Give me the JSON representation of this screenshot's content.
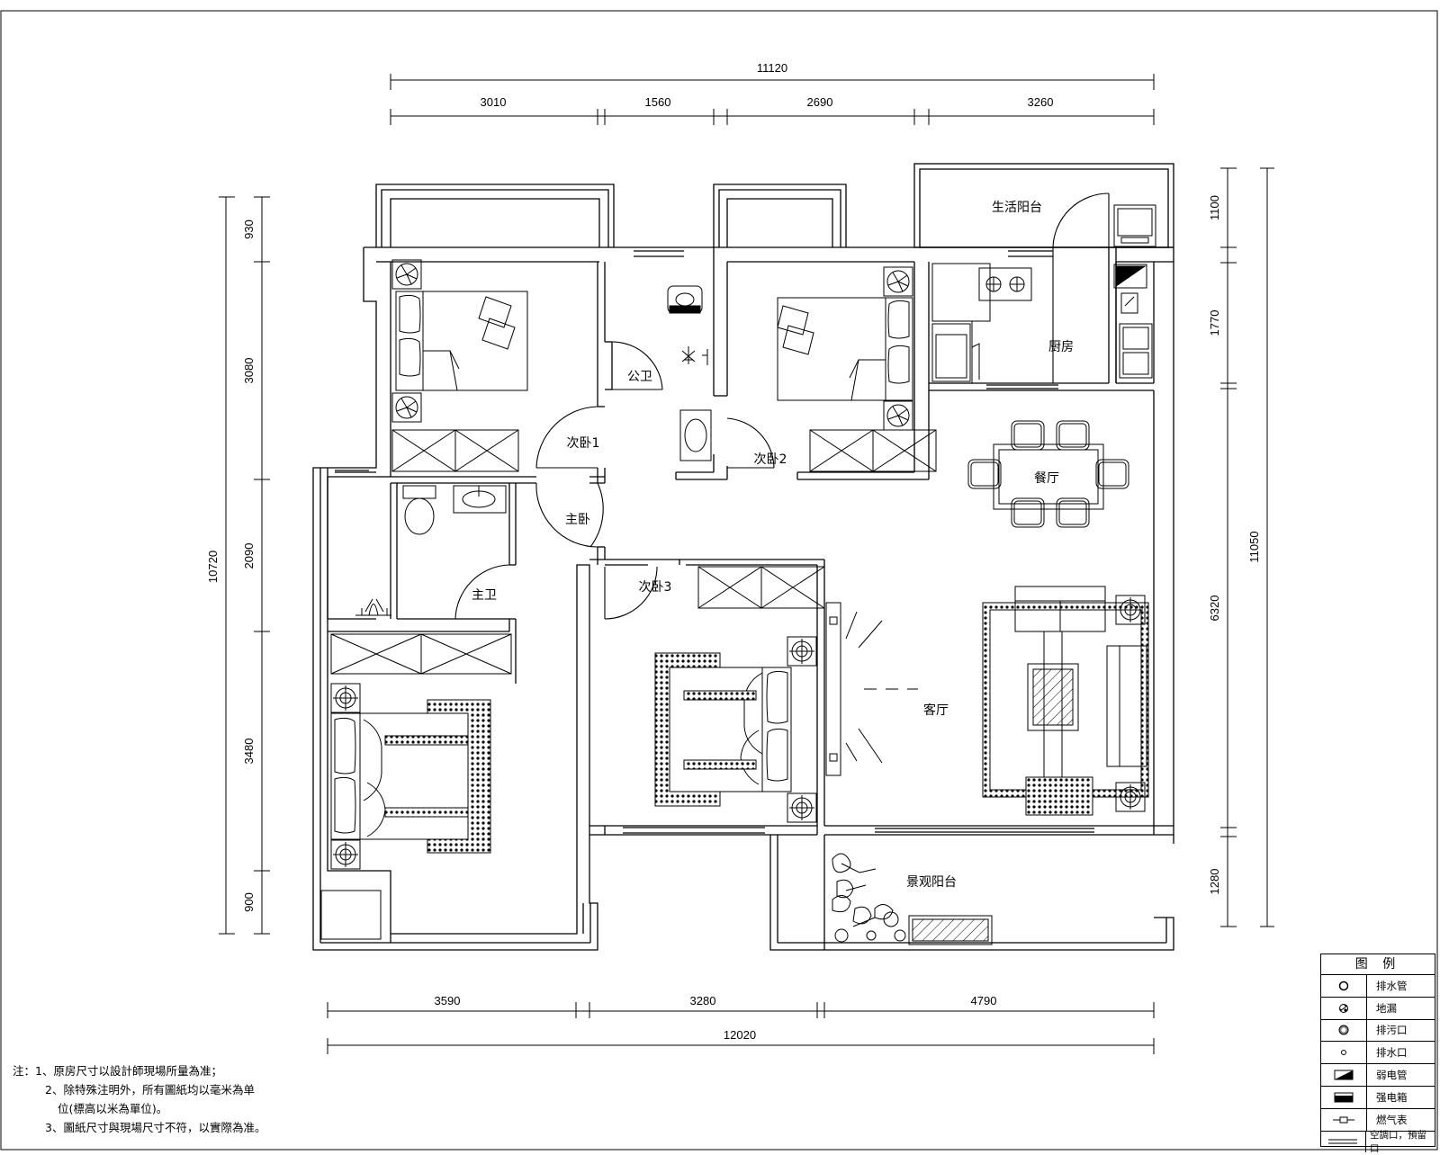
{
  "dimensions": {
    "top_total": "11120",
    "top": [
      "3010",
      "1560",
      "2690",
      "3260"
    ],
    "bottom": [
      "3590",
      "3280",
      "4790"
    ],
    "bottom_total": "12020",
    "left": [
      "930",
      "3080",
      "2090",
      "3480",
      "900"
    ],
    "left_total": "10720",
    "right": [
      "1100",
      "1770",
      "6320",
      "1280"
    ],
    "right_total": "11050"
  },
  "rooms": {
    "living_balcony": "生活阳台",
    "kitchen": "厨房",
    "public_bath": "公卫",
    "bedroom1": "次卧1",
    "bedroom2": "次卧2",
    "dining": "餐厅",
    "master": "主卧",
    "master_bath": "主卫",
    "bedroom3": "次卧3",
    "living_room": "客厅",
    "view_balcony": "景观阳台"
  },
  "notes": [
    "注：1、原房尺寸以設計師現場所量為准；",
    "2、除特殊注明外，所有圖紙均以毫米為单",
    "位(標高以米為單位)。",
    "3、圖紙尺寸與現場尺寸不符，以實際為准。"
  ],
  "legend": {
    "title": "图 例",
    "items": [
      {
        "symbol": "drain-pipe-icon",
        "label": "排水管"
      },
      {
        "symbol": "floor-drain-icon",
        "label": "地漏"
      },
      {
        "symbol": "sewage-outlet-icon",
        "label": "排污口"
      },
      {
        "symbol": "water-outlet-icon",
        "label": "排水口"
      },
      {
        "symbol": "weak-current-icon",
        "label": "弱电管"
      },
      {
        "symbol": "power-box-icon",
        "label": "强电箱"
      },
      {
        "symbol": "gas-meter-icon",
        "label": "燃气表"
      },
      {
        "symbol": "ac-hole-icon",
        "label": "空調口，預留口"
      }
    ]
  },
  "colors": {
    "line": "#000000",
    "background": "#ffffff"
  }
}
